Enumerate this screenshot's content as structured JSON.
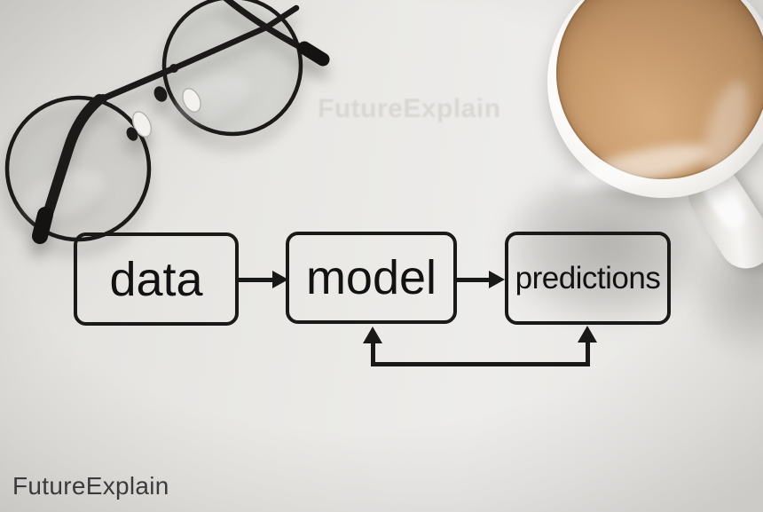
{
  "diagram": {
    "nodes": [
      {
        "id": "data",
        "label": "data"
      },
      {
        "id": "model",
        "label": "model"
      },
      {
        "id": "predictions",
        "label": "predictions"
      }
    ],
    "edges": [
      {
        "from": "data",
        "to": "model",
        "style": "arrow-right"
      },
      {
        "from": "model",
        "to": "predictions",
        "style": "arrow-right"
      },
      {
        "type": "feedback-loop",
        "style": "u-connector",
        "arrowheads_up_into": [
          "model",
          "predictions"
        ]
      }
    ],
    "ink_color": "#191917"
  },
  "branding": {
    "logo_text": "FutureExplain",
    "ghost_watermark": "FutureExplain",
    "logo_color": "#3e3e3e"
  },
  "photo_props": {
    "eyeglasses": "folded round black wire-frame glasses, top-left",
    "coffee_cup": "white mug of milky coffee seen from above, top-right",
    "coffee_color": "#c49869",
    "background_color": "#e9e8e5"
  }
}
